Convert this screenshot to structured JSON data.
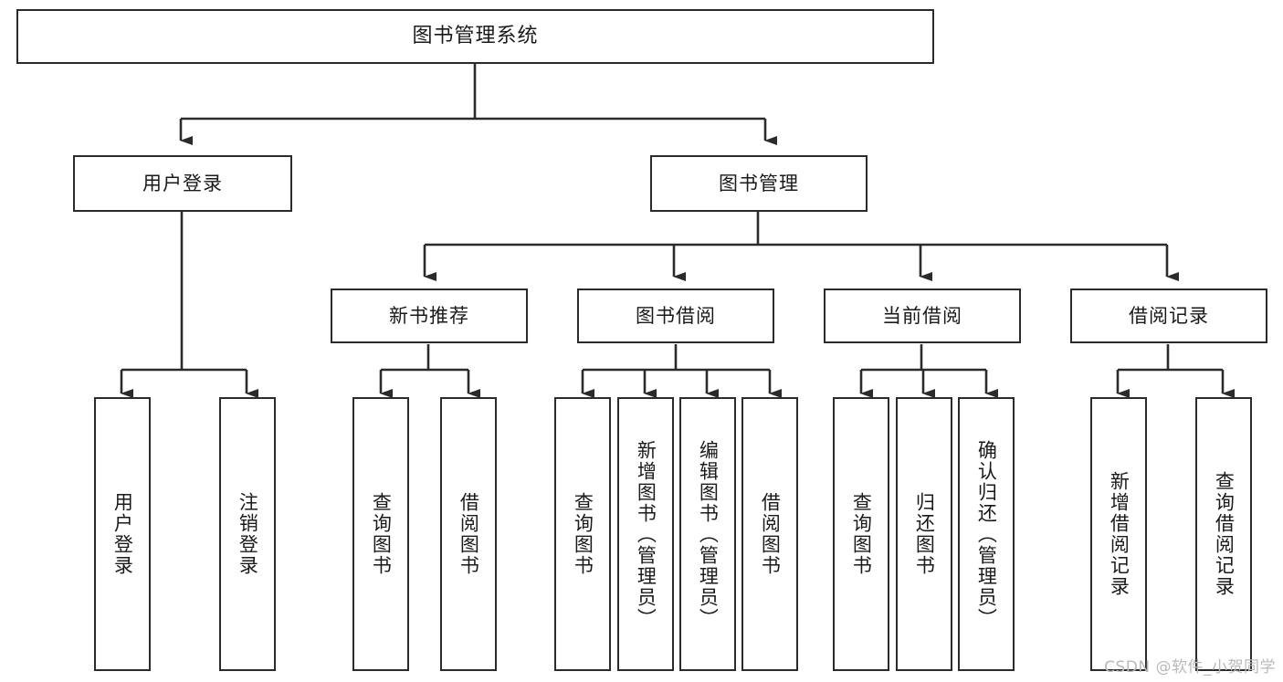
{
  "diagram": {
    "title": "图书管理系统",
    "watermark": "CSDN @软件_小贺同学",
    "level2": {
      "user_login": "用户登录",
      "book_manage": "图书管理"
    },
    "level3": {
      "new_book": "新书推荐",
      "book_borrow": "图书借阅",
      "current_borrow": "当前借阅",
      "borrow_record": "借阅记录"
    },
    "leaves": {
      "user_login_1": "用户登录",
      "user_login_2": "注销登录",
      "new_book_1": "查询图书",
      "new_book_2": "借阅图书",
      "book_borrow_1": "查询图书",
      "book_borrow_2": "新增图书（管理员）",
      "book_borrow_3": "编辑图书（管理员）",
      "book_borrow_4": "借阅图书",
      "current_borrow_1": "查询图书",
      "current_borrow_2": "归还图书",
      "current_borrow_3": "确认归还（管理员）",
      "borrow_record_1": "新增借阅记录",
      "borrow_record_2": "查询借阅记录"
    },
    "colors": {
      "stroke": "#2b2b2b",
      "fill": "#ffffff",
      "text": "#1a1a1a",
      "watermark": "#b9b9b9"
    }
  }
}
